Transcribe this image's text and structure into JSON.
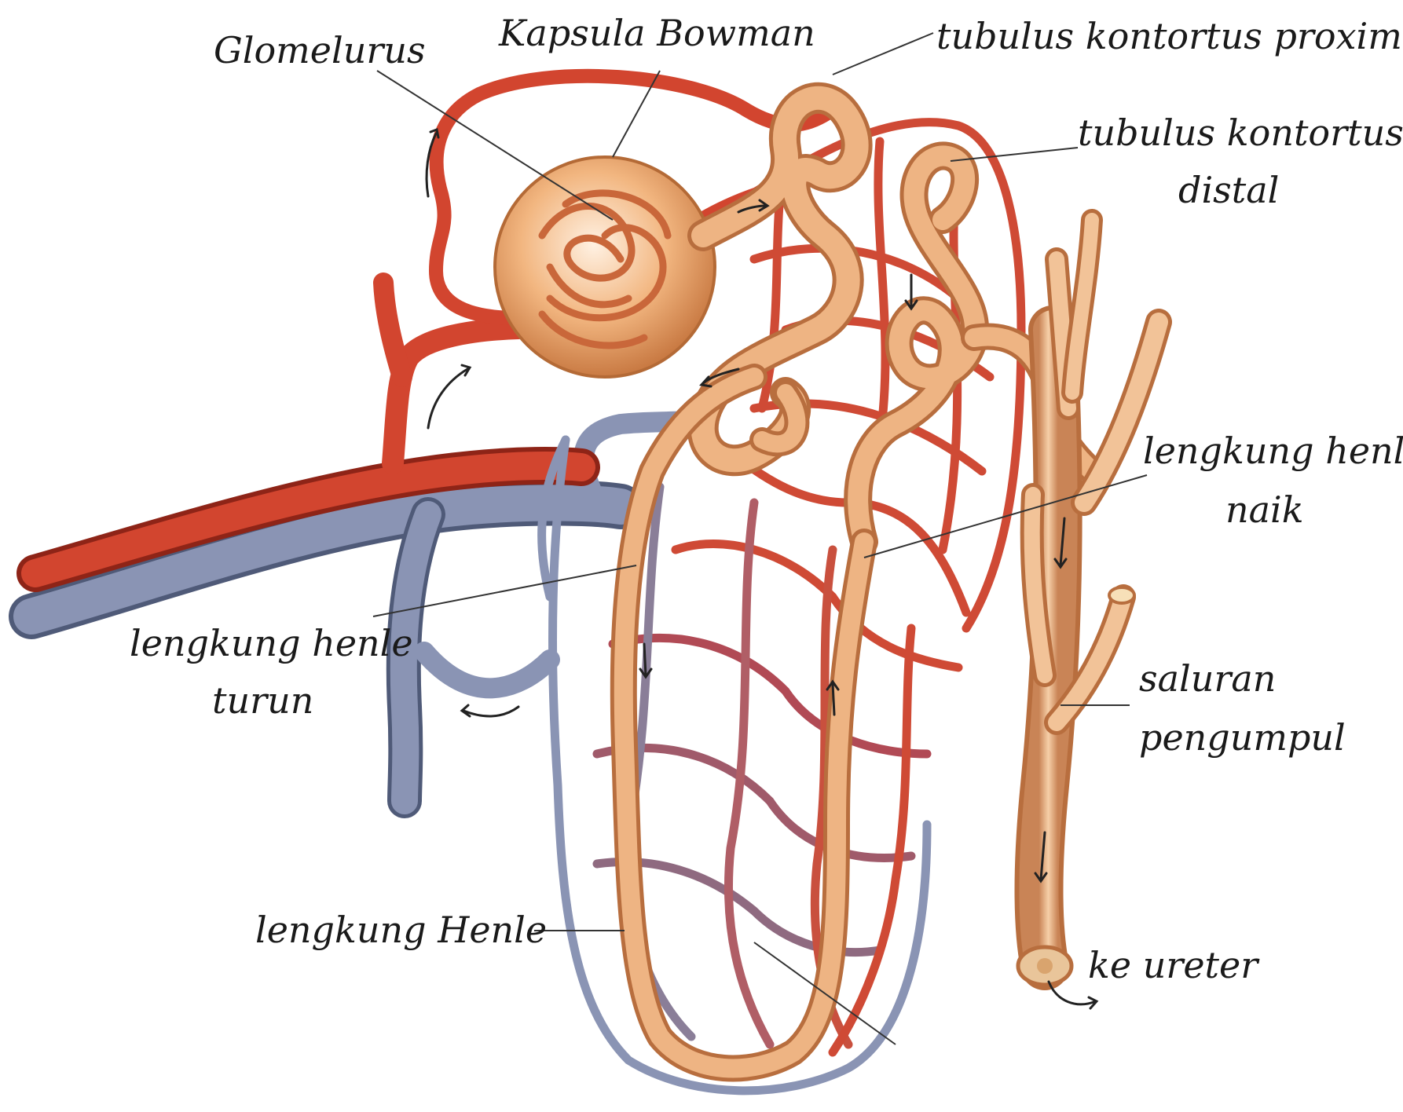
{
  "diagram": {
    "labels": {
      "glomerulus": "Glomelurus",
      "bowman": "Kapsula Bowman",
      "proximal": "tubulus kontortus proximal",
      "distal_1": "tubulus kontortus",
      "distal_2": "distal",
      "ascending_1": "lengkung henle",
      "ascending_2": "naik",
      "descending_1": "lengkung henle",
      "descending_2": "turun",
      "collecting_1": "saluran",
      "collecting_2": "pengumpul",
      "loop": "lengkung Henle",
      "ureter": "ke ureter"
    },
    "colors": {
      "artery": "#d2452f",
      "artery_dark": "#8e2417",
      "vein": "#7a85a6",
      "vein_dark": "#4f5a78",
      "tubule": "#e8a574",
      "tubule_dark": "#b86e3e",
      "capsule": "#f0b27a"
    }
  }
}
